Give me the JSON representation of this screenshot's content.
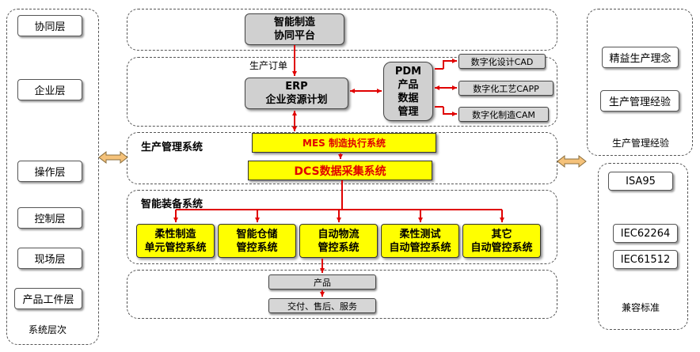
{
  "left_panel": {
    "layers": [
      "协同层",
      "企业层",
      "操作层",
      "控制层",
      "现场层",
      "产品工件层"
    ],
    "caption": "系统层次"
  },
  "top": {
    "platform": "智能制造\n协同平台",
    "order_label": "生产订单"
  },
  "erp": {
    "label": "ERP\n企业资源计划"
  },
  "pdm": {
    "label": "PDM\n产品\n数据\n管理"
  },
  "digital": [
    "数字化设计CAD",
    "数字化工艺CAPP",
    "数字化制造CAM"
  ],
  "production_mgmt": {
    "title": "生产管理系统",
    "mes": "MES 制造执行系统",
    "dcs": "DCS数据采集系统"
  },
  "equipment": {
    "title": "智能装备系统",
    "systems": [
      "柔性制造\n单元管控系统",
      "智能仓储\n管控系统",
      "自动物流\n管控系统",
      "柔性测试\n自动管控系统",
      "其它\n自动管控系统"
    ]
  },
  "product": {
    "item": "产品",
    "service": "交付、售后、服务"
  },
  "right_panel": {
    "boxes": [
      "精益生产理念",
      "生产管理经验"
    ],
    "caption": "生产管理经验",
    "standards": [
      "ISA95",
      "IEC62264",
      "IEC61512"
    ],
    "standards_caption": "兼容标准"
  },
  "colors": {
    "highlight": "#ffff00",
    "arrow": "#e00000",
    "box_gray": "#d0d0d0",
    "connector": "#f5c27a"
  }
}
